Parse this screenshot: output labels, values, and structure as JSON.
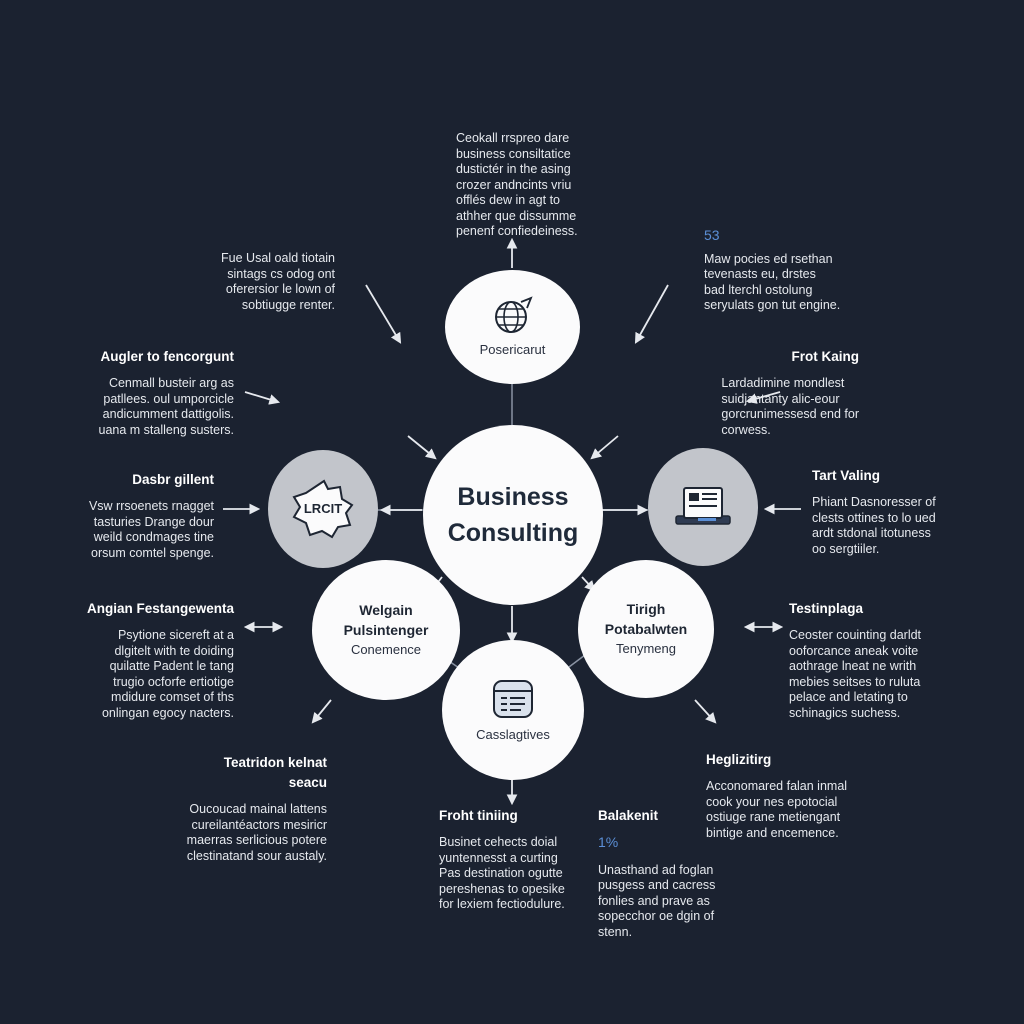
{
  "center": {
    "line1": "Business",
    "line2": "Consulting"
  },
  "nodes": {
    "top": {
      "label": "Posericarut",
      "icon": "globe-icon"
    },
    "left": {
      "label": "LRCIT",
      "icon": "badge-icon"
    },
    "right": {
      "icon": "document-card-icon"
    },
    "bottom_left": {
      "line1": "Welgain",
      "line2": "Pulsintenger",
      "line3": "Conemence"
    },
    "bottom_right": {
      "line1": "Tirigh",
      "line2": "Potabalwten",
      "line3": "Tenymeng"
    },
    "bottom": {
      "label": "Casslagtives",
      "icon": "database-icon"
    }
  },
  "texts": {
    "top": {
      "lines": [
        "Ceokall rrspreo dare",
        "business consiltatice",
        "dustictér in the asing",
        "crozer andncints vriu",
        "offlés dew in agt to",
        "athher que dissumme",
        "penenf confiedeiness."
      ]
    },
    "top_left": {
      "lines": [
        "Fue Usal oald tiotain",
        "sintags cs odog ont",
        "oferersior le lown of",
        "sobtiugge renter."
      ]
    },
    "top_right": {
      "number": "53",
      "lines": [
        "Maw pocies ed rsethan",
        "tevenasts eu, drstes",
        "bad lterchl ostolung",
        "seryulats gon tut engine."
      ]
    },
    "left_upper": {
      "heading": "Augler to fencorgunt",
      "lines": [
        "Cenmall busteir arg  as",
        "patllees. oul umporcicle",
        "andicumment dattigolis.",
        "uana m stalleng susters."
      ]
    },
    "left_mid": {
      "heading": "Dasbr gillent",
      "lines": [
        "Vsw rrsoenets rnagget",
        "tasturies Drange dour",
        "weild condmages tine",
        "orsum comtel spenge."
      ]
    },
    "left_lower": {
      "heading": "Angian Festangewenta",
      "lines": [
        "Psytione sicereft  at  a",
        "dlgitelt  with  te  doiding",
        "quilatte Padent  le  tang",
        "trugio ocforfe  ertiotige",
        "mdidure comset  of  ths",
        "onlingan egocy nacters."
      ]
    },
    "bottom_far_left": {
      "heading": "Teatridon kelnat",
      "heading2": "seacu",
      "lines": [
        "Oucoucad mainal lattens",
        "cureilantéactors mesiricr",
        "maerras serlicious potere",
        "clestinatand sour austaly."
      ]
    },
    "right_upper": {
      "heading": "Frot Kaing",
      "lines": [
        "Lardadimine mondlest",
        "suidjantanty alic-eour",
        "gorcrunimessesd end for",
        "corwess."
      ]
    },
    "right_mid": {
      "heading": "Tart Valing",
      "lines": [
        "Phiant Dasnoresser of",
        "clests ottines to lo ued",
        "ardt stdonal itotuness",
        "oo sergtiiler."
      ]
    },
    "right_lower": {
      "heading": "Testinplaga",
      "lines": [
        "Ceoster couinting darldt",
        "ooforcance aneak  voite",
        "aothrage lneat  ne writh",
        "mebies seitses to ruluta",
        "pelace and letating to",
        "schinagics suchess."
      ]
    },
    "bottom_far_right": {
      "heading": "Heglizitirg",
      "lines": [
        "Acconomared falan inmal",
        "cook your nes epotocial",
        "ostiuge rane metiengant",
        "bintige and encemence."
      ]
    },
    "bottom_center": {
      "heading": "Froht tiniing",
      "lines": [
        "Businet cehects doial",
        "yuntennesst  a  curting",
        "Pas destination ogutte",
        "pereshenas to opesike",
        "for lexiem fectiodulure."
      ]
    },
    "bottom_right_center": {
      "heading": "Balakenit",
      "number": "1%",
      "lines": [
        "Unasthand ad foglan",
        "pusgess and cacress",
        "fonlies and prave as",
        "sopecchor oe dgin of",
        "stenn."
      ]
    }
  },
  "colors": {
    "background": "#1b2230",
    "node": "#fbfbfc",
    "node_grey": "#c2c5cb",
    "accent": "#5b8fd6"
  }
}
